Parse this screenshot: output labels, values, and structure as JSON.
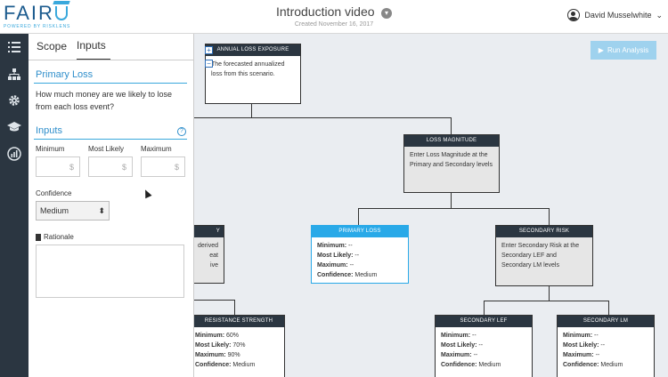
{
  "header": {
    "logo_text": "FAIR",
    "logo_sub": "POWERED BY RISKLENS",
    "title": "Introduction video",
    "subtitle": "Created November 16, 2017",
    "user_name": "David Musselwhite",
    "user_chevron": "⌄"
  },
  "nav": {
    "items": [
      "list-icon",
      "hierarchy-icon",
      "gear-icon",
      "graduation-cap-icon",
      "chart-icon"
    ]
  },
  "panel": {
    "tabs": [
      "Scope",
      "Inputs"
    ],
    "active_tab": "Inputs",
    "section_title": "Primary Loss",
    "question": "How much money are we likely to lose from each loss event?",
    "inputs_title": "Inputs",
    "help_glyph": "?",
    "columns": [
      {
        "label": "Minimum",
        "unit": "$"
      },
      {
        "label": "Most Likely",
        "unit": "$"
      },
      {
        "label": "Maximum",
        "unit": "$"
      }
    ],
    "confidence_label": "Confidence",
    "confidence_value": "Medium",
    "select_arrows": "⬍",
    "rationale_label": "Rationale"
  },
  "canvas": {
    "run_button": "Run Analysis",
    "run_icon": "▶",
    "nodes": {
      "ale": {
        "title": "ANNUAL LOSS EXPOSURE",
        "body": "The forecasted annualized loss from this scenario."
      },
      "lm": {
        "title": "LOSS MAGNITUDE",
        "body": "Enter Loss Magnitude at the Primary and Secondary levels"
      },
      "pl": {
        "title": "PRIMARY LOSS",
        "min": "--",
        "ml": "--",
        "max": "--",
        "conf": "Medium"
      },
      "sr": {
        "title": "SECONDARY RISK",
        "body": "Enter Secondary Risk at the Secondary LEF and Secondary LM levels"
      },
      "left_partial": {
        "title": "Y",
        "lines": [
          "derived",
          "eat",
          "ive"
        ]
      },
      "rs": {
        "title": "RESISTANCE STRENGTH",
        "min": "60%",
        "ml": "70%",
        "max": "90%",
        "conf": "Medium"
      },
      "slef": {
        "title": "SECONDARY LEF",
        "min": "--",
        "ml": "--",
        "max": "--",
        "conf": "Medium"
      },
      "slm": {
        "title": "SECONDARY LM",
        "min": "--",
        "ml": "--",
        "max": "--",
        "conf": "Medium"
      }
    },
    "stat_labels": {
      "min": "Minimum:",
      "ml": "Most Likely:",
      "max": "Maximum:",
      "conf": "Confidence:"
    },
    "plus_glyph": "+",
    "minus_glyph": "−"
  }
}
